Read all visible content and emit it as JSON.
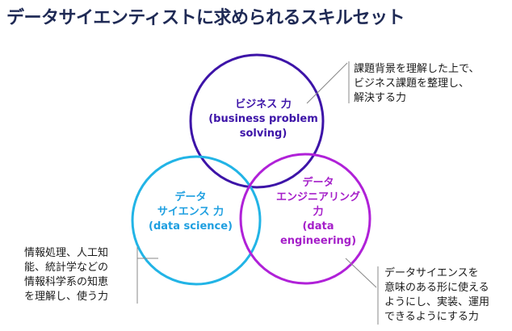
{
  "title": "データサイエンティストに求められるスキルセット",
  "circles": {
    "business": {
      "name": "ビジネス 力",
      "en_line1": "(business problem",
      "en_line2": "solving)",
      "color": "#3d14a8"
    },
    "science": {
      "name_line1": "データ",
      "name_line2": "サイエンス 力",
      "en": "(data science)",
      "color": "#22b4e6"
    },
    "engineering": {
      "name_line1": "データ",
      "name_line2": "エンジニアリング",
      "name_line3": "力",
      "en_line1": "(data",
      "en_line2": "engineering)",
      "color": "#b021d8"
    }
  },
  "notes": {
    "business": [
      "課題背景を理解した上で、",
      "ビジネス課題を整理し、",
      "解決する力"
    ],
    "science": [
      "情報処理、人工知",
      "能、統計学などの",
      "情報科学系の知恵",
      "を理解し、使う力"
    ],
    "engineering": [
      "データサイエンスを",
      "意味のある形に使える",
      "ようにし、実装、運用",
      "できるようにする力"
    ]
  }
}
